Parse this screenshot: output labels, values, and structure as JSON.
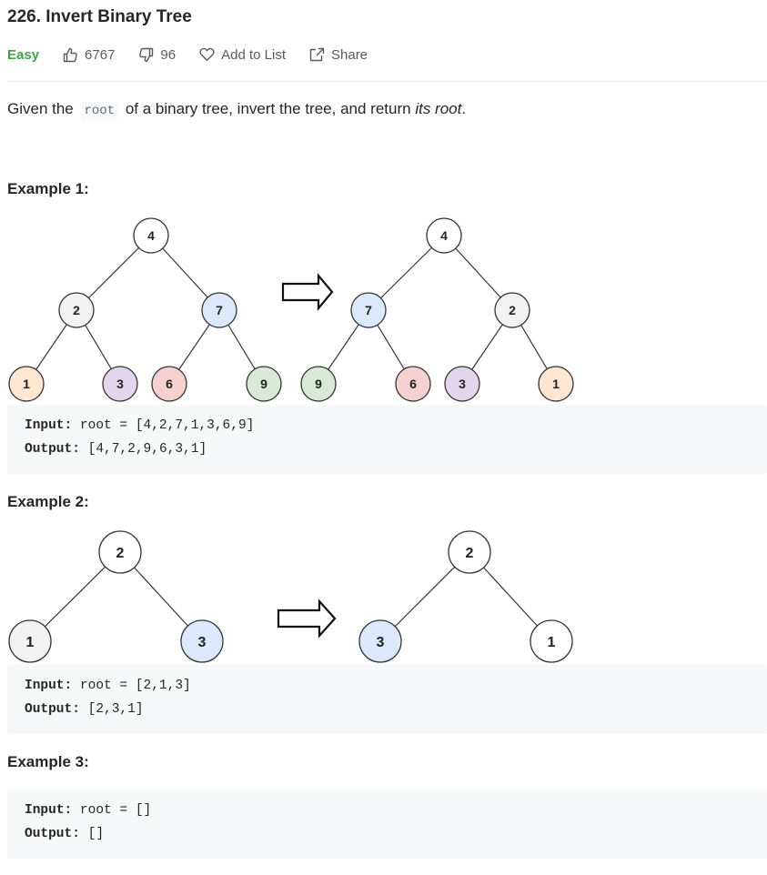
{
  "problem": {
    "title": "226. Invert Binary Tree",
    "difficulty": "Easy",
    "likes": "6767",
    "dislikes": "96",
    "add_to_list": "Add to List",
    "share": "Share",
    "colors": {
      "easy": "#43a047",
      "text": "#262626",
      "muted": "#595959",
      "code_bg": "#f7f8fa"
    }
  },
  "description": {
    "before": "Given the",
    "code": "root",
    "middle": "of a binary tree, invert the tree, and return",
    "em": "its root",
    "after": "."
  },
  "examples": [
    {
      "heading": "Example 1:",
      "input_label": "Input:",
      "input_value": "root = [4,2,7,1,3,6,9]",
      "output_label": "Output:",
      "output_value": "[4,7,2,9,6,3,1]",
      "before_tree": [
        "4",
        "2",
        "7",
        "1",
        "3",
        "6",
        "9"
      ],
      "after_tree": [
        "4",
        "7",
        "2",
        "9",
        "6",
        "3",
        "1"
      ]
    },
    {
      "heading": "Example 2:",
      "input_label": "Input:",
      "input_value": "root = [2,1,3]",
      "output_label": "Output:",
      "output_value": "[2,3,1]",
      "before_tree": [
        "2",
        "1",
        "3"
      ],
      "after_tree": [
        "2",
        "3",
        "1"
      ]
    },
    {
      "heading": "Example 3:",
      "input_label": "Input:",
      "input_value": "root = []",
      "output_label": "Output:",
      "output_value": "[]"
    }
  ],
  "node_colors": {
    "4": "#ffffff",
    "2": "#f2f2f2",
    "7": "#dce8fc",
    "1": "#fde6d2",
    "3": "#e2d6ee",
    "6": "#f7d0d0",
    "9": "#d8ead6",
    "root2": "#ffffff",
    "ex2_1": "#f2f2f2",
    "ex2_3": "#dce8fc"
  }
}
